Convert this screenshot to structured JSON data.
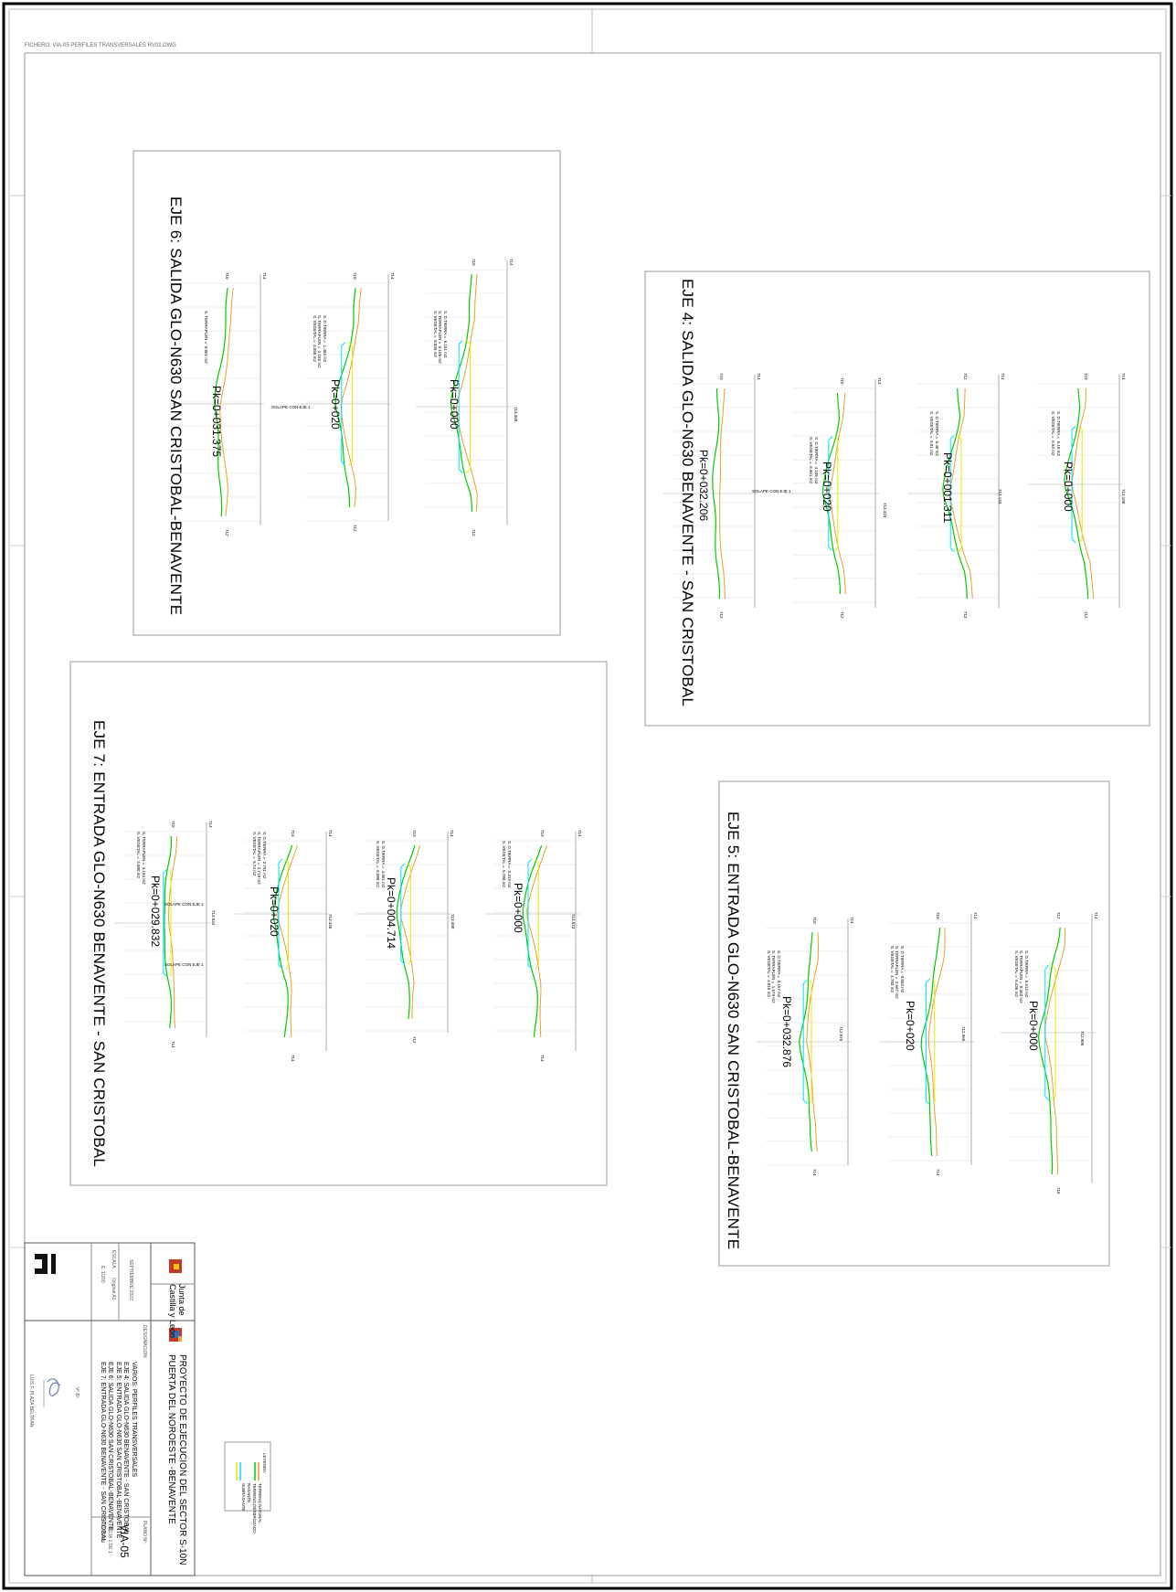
{
  "file_label": "FICHERO: VIA-05 PERFILES TRANSVERSALES RV02.DWG",
  "panels": [
    {
      "title": "EJE 4: SALIDA GLO-N630 BENAVENTE - SAN CRISTOBAL",
      "sections": [
        {
          "pk": "Pk=0+000",
          "data": "S. D.TIERRA =  6.10 m2\nS. VEGETAL =  6.93 m2",
          "elev": "713.108",
          "scale": [
            "710",
            "712",
            "714",
            "712"
          ]
        },
        {
          "pk": "Pk=0+001.311",
          "data": "S. D.TIERRA =  5.40 m2\nS. VEGETAL =  5.81 m2",
          "elev": "713.134",
          "scale": [
            "712",
            "712",
            "714",
            "712"
          ]
        },
        {
          "pk": "Pk=0+020",
          "data": "S. D.TIERRA =  4.105 m2\nS. VEGETAL =  6.961 m2",
          "elev": "713.410",
          "scale": [
            "710",
            "712",
            "714",
            "712"
          ]
        },
        {
          "pk": "Pk=0+032.206",
          "data": "",
          "note": "SOLAPE CON EJE 1",
          "elev": "",
          "scale": [
            "710",
            "714",
            "714",
            "712"
          ]
        }
      ]
    },
    {
      "title": "EJE 5: ENTRADA GLO-N630 SAN CRISTOBAL-BENAVENTE",
      "sections": [
        {
          "pk": "Pk=0+000",
          "data": "S. D.TIERRA =  5.913 m2\nS. TERRAPLEN =  0.363 m2\nS. VEGETAL =  6.436 m2",
          "elev": "712.906",
          "scale": [
            "712",
            "712",
            "714",
            "716"
          ]
        },
        {
          "pk": "Pk=0+020",
          "data": "S. D.TIERRA =  0.853 m2\nS. TERRAPLEN =  2.667 m2\nS. VEGETAL =  4.783 m2",
          "elev": "712.965",
          "scale": [
            "710",
            "712",
            "714",
            "714"
          ]
        },
        {
          "pk": "Pk=0+032.876",
          "data": "S. D.TIERRA =  0.157 m2\nS. TERRAPLEN =  1.679 m2\nS. VEGETAL =  4.816 m2",
          "elev": "712.976",
          "scale": [
            "710",
            "714",
            "714",
            "714"
          ]
        }
      ]
    },
    {
      "title": "EJE 6: SALIDA GLO-N630 SAN CRISTOBAL-BENAVENTE",
      "sections": [
        {
          "pk": "Pk=0+000",
          "data": "S. D.TIERRA =  6.151 m2\nS. TERRAPLEN =  0.106 m2\nS. VEGETAL =  8.839 m2",
          "elev": "713.368",
          "scale": [
            "710",
            "716",
            "714",
            "712"
          ]
        },
        {
          "pk": "Pk=0+020",
          "data": "S. D.TIERRA =  1.453 m2\nS. TERRAPLEN =  2.155 m2\nS. VEGETAL =  4.656 m2",
          "elev": "",
          "scale": [
            "710",
            "714",
            "714",
            "712"
          ]
        },
        {
          "pk": "Pk=0+031.375",
          "data": "S. TERRAPLEN =  0.801 m2",
          "note": "SOLAPE CON EJE 1",
          "elev": "",
          "scale": [
            "710",
            "714",
            "714",
            "712"
          ]
        }
      ]
    },
    {
      "title": "EJE 7: ENTRADA GLO-N630 BENAVENTE - SAN CRISTOBAL",
      "sections": [
        {
          "pk": "Pk=0+000",
          "data": "S. D.TIERRA =  3.319 m2\nS. VEGETAL =  5.780 m2",
          "elev": "713.573",
          "scale": [
            "710",
            "708",
            "714",
            "714"
          ]
        },
        {
          "pk": "Pk=0+004.714",
          "data": "S. D.TIERRA =  4.961 m2\nS. VEGETAL =  5.088 m2",
          "elev": "713.400",
          "scale": [
            "710",
            "708",
            "714",
            "712"
          ]
        },
        {
          "pk": "Pk=0+020",
          "data": "S. D.TIERRA =  2.791 m2\nS. TERRAPLEN =  2.710 m2\nS. VEGETAL =  5.74 m2",
          "elev": "713.445",
          "scale": [
            "710",
            "708",
            "714",
            "714"
          ]
        },
        {
          "pk": "Pk=0+029.832",
          "data": "S. TERRAPLEN =  4.184 m2\nS. VEGETAL =  3.580 m2",
          "note": "SOLAPE CON EJE 1",
          "elev": "713.634",
          "scale": [
            "710",
            "708",
            "714",
            "714"
          ]
        }
      ]
    }
  ],
  "legend": {
    "title": "LEYENDA:",
    "items": [
      {
        "label": "TERRENO NATURAL",
        "color": "#00cc00"
      },
      {
        "label": "TERRENO DESBROZADO",
        "color": "#e8a030"
      },
      {
        "label": "RASANTE",
        "color": "#e8e800"
      },
      {
        "label": "SUBRASANTE",
        "color": "#00e0ff"
      }
    ]
  },
  "titleblock": {
    "project": "PROYECTO DE EJECUCION DEL SECTOR S-10N\nPUERTA DEL NOROESTE -BENAVENTE",
    "designation_label": "DESIGNACION:",
    "designation": "VARIOS: PERFILES TRANSVERSALES\nEJE 4: SALIDA GLO-N630 BENAVENTE - SAN CRISTOBAL\nEJE 5: ENTRADA GLO-N630 SAN CRISTOBAL-BENAVENTE\nEJE 6: SALIDA GLO-N630 SAN CRISTOBAL-BENAVENTE\nEJE 7: ENTRADA GLO-N630 BENAVENTE - SAN CRISTOBAL",
    "plan_label": "PLANO Nº:",
    "plan_no": "VIA-05",
    "sheet": "HOJA 1 DE 1",
    "revision": "REVISION",
    "date": "SEPTIEMBRE 2022",
    "scale_label": "ESCALA",
    "scale_note": "Original A1",
    "scale": "E: 1/200",
    "authority": "Junta de\nCastilla y León",
    "vb": "Vº.Bº.",
    "signer": "LUIS F. PLAZA BELTRAN"
  }
}
